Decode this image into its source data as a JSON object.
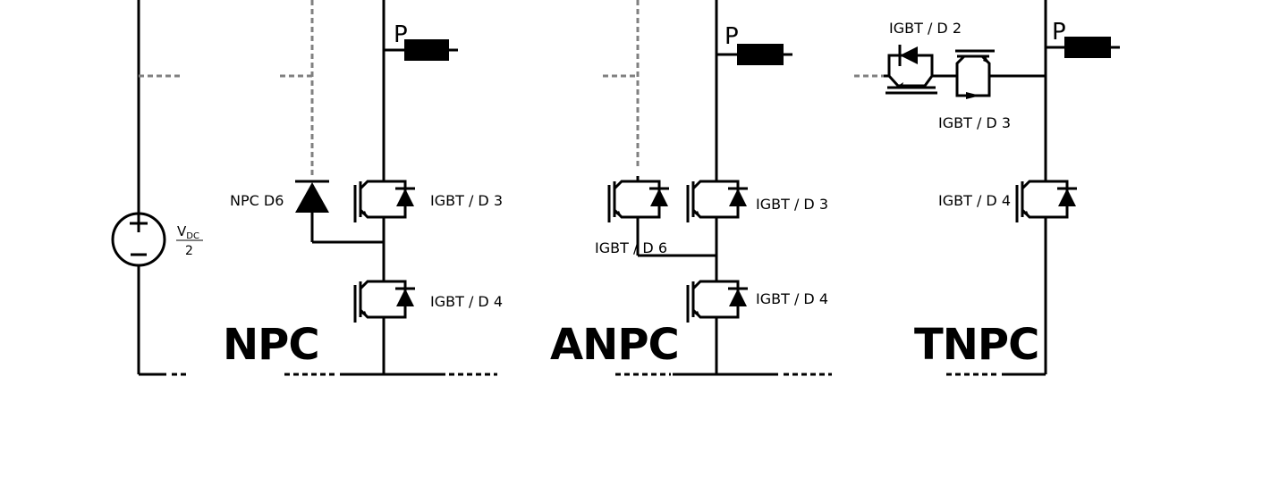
{
  "topologies": {
    "npc": {
      "title": "NPC",
      "output_label": "P",
      "labels": {
        "d6": "NPC D6",
        "s3": "IGBT / D 3",
        "s4": "IGBT / D 4"
      }
    },
    "anpc": {
      "title": "ANPC",
      "output_label": "P",
      "labels": {
        "s6": "IGBT / D 6",
        "s3": "IGBT / D 3",
        "s4": "IGBT / D 4"
      }
    },
    "tnpc": {
      "title": "TNPC",
      "output_label": "P",
      "labels": {
        "s2": "IGBT / D 2",
        "s3": "IGBT / D 3",
        "s4": "IGBT / D 4"
      }
    }
  },
  "source": {
    "plus": "+",
    "minus": "−",
    "label_v": "V",
    "label_sub": "DC",
    "label_den": "2"
  }
}
